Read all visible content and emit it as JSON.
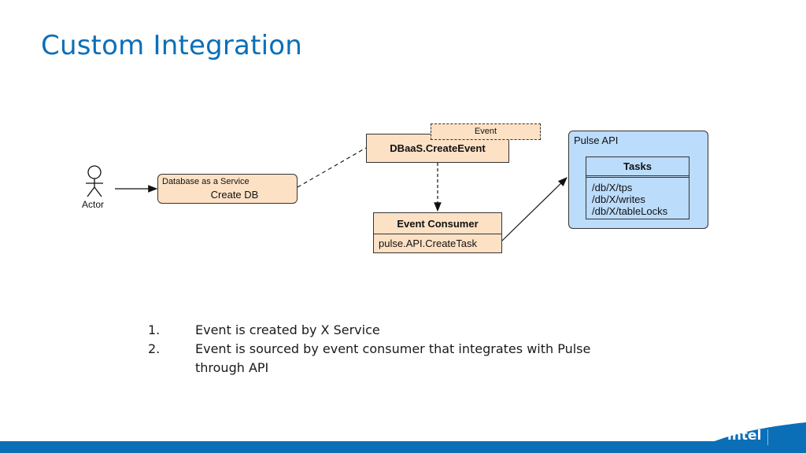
{
  "slide": {
    "title": "Custom Integration"
  },
  "diagram": {
    "actor": {
      "label": "Actor"
    },
    "dbaas_box": {
      "caption": "Database as a Service",
      "action": "Create DB"
    },
    "create_event_box": {
      "label": "DBaaS.CreateEvent"
    },
    "event_tag": {
      "label": "Event"
    },
    "event_consumer": {
      "header": "Event Consumer",
      "method": "pulse.API.CreateTask"
    },
    "pulse_api": {
      "label": "Pulse API",
      "tasks": {
        "header": "Tasks",
        "items": [
          "/db/X/tps",
          "/db/X/writes",
          "/db/X/tableLocks"
        ]
      }
    }
  },
  "notes": {
    "items": [
      {
        "num": "1.",
        "text": "Event is created by X Service"
      },
      {
        "num": "2.",
        "text": "Event is sourced by event consumer that integrates with Pulse through API"
      }
    ]
  },
  "brand": {
    "logo_text": "intel",
    "accent_color": "#0a6fb7"
  }
}
